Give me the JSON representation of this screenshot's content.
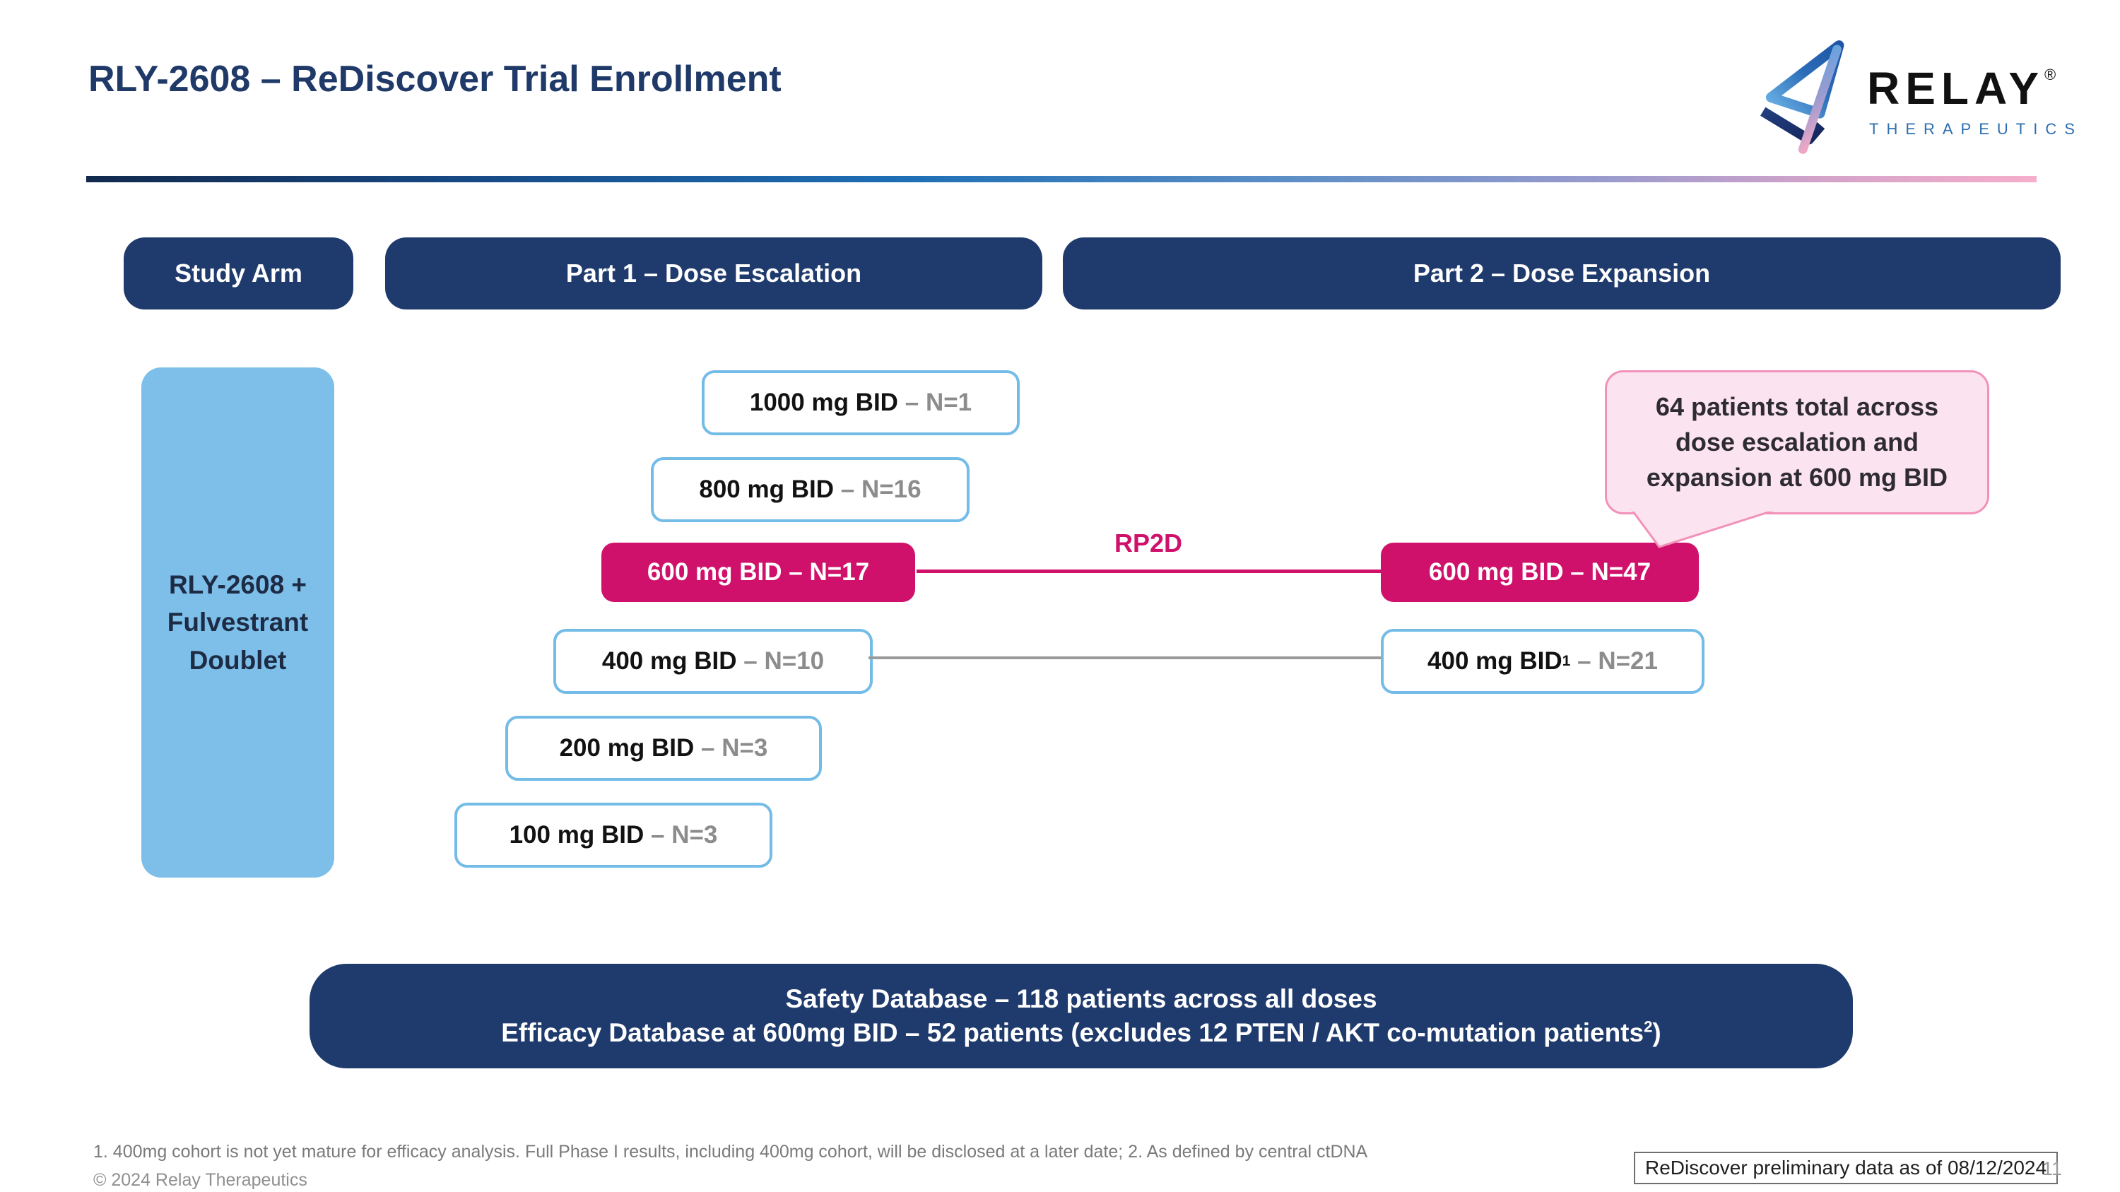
{
  "slide": {
    "title": "RLY-2608 – ReDiscover Trial Enrollment"
  },
  "logo": {
    "word": "RELAY",
    "registered": "®",
    "sub": "THERAPEUTICS"
  },
  "columns": {
    "study_arm": "Study Arm",
    "part1": "Part 1 – Dose Escalation",
    "part2": "Part 2 – Dose Expansion"
  },
  "study_arm": {
    "label": "RLY-2608 + Fulvestrant Doublet"
  },
  "part1_boxes": [
    {
      "label": "1000 mg BID",
      "n": "– N=1",
      "style": "outline"
    },
    {
      "label": "800 mg BID",
      "n": "– N=16",
      "style": "outline"
    },
    {
      "label": "600 mg BID – N=17",
      "style": "solid"
    },
    {
      "label": "400 mg BID",
      "n": "– N=10",
      "style": "outline"
    },
    {
      "label": "200 mg BID",
      "n": "– N=3",
      "style": "outline"
    },
    {
      "label": "100 mg BID",
      "n": "– N=3",
      "style": "outline"
    }
  ],
  "part2_boxes": [
    {
      "label": "600 mg BID – N=47",
      "style": "solid"
    },
    {
      "label": "400 mg BID",
      "sup": "1",
      "n": "– N=21",
      "style": "outline"
    }
  ],
  "connector": {
    "rp2d_label": "RP2D"
  },
  "callout": {
    "text": "64 patients total across dose escalation and expansion at 600 mg BID"
  },
  "banner": {
    "line1": "Safety Database – 118 patients across all doses",
    "line2_pre": "Efficacy Database at 600mg BID – 52 patients (excludes 12 PTEN / AKT co-mutation patients",
    "line2_sup": "2",
    "line2_post": ")"
  },
  "footer": {
    "footnote": "1. 400mg cohort is not yet mature for efficacy analysis. Full Phase I results, including 400mg cohort, will be disclosed at a later date;  2. As defined by central ctDNA",
    "copyright": "© 2024 Relay Therapeutics",
    "data_stamp": "ReDiscover preliminary data as of 08/12/2024",
    "page_number": "11"
  },
  "colors": {
    "navy": "#1F3A6C",
    "magenta": "#D0116B",
    "light_blue": "#7DBFE9",
    "box_border_blue": "#74BCE8",
    "gray_n_text": "#8C8C8C",
    "callout_fill": "#FBE4EF",
    "callout_border": "#F291B9",
    "title_navy": "#1F3968"
  }
}
